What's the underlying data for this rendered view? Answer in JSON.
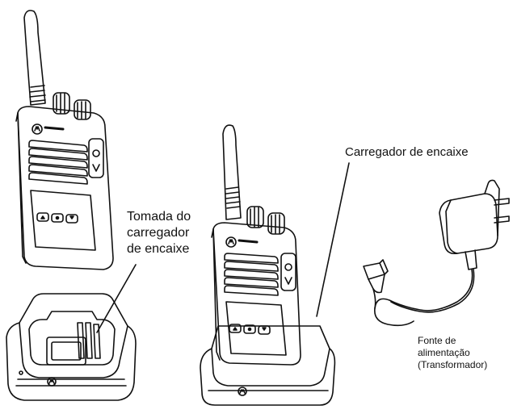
{
  "labels": {
    "dock_socket": [
      "Tomada do",
      "carregador",
      "de encaixe"
    ],
    "dock_charger": "Carregador de encaixe",
    "power_supply": [
      "Fonte de",
      "alimentação",
      "(Transformador)"
    ]
  },
  "colors": {
    "ink": "#111111",
    "background": "#ffffff"
  },
  "icons": [
    "radio-handset-left",
    "radio-handset-docked",
    "charging-dock-empty",
    "charging-dock-occupied",
    "wall-power-adapter",
    "usb-plug",
    "motorola-logo"
  ]
}
